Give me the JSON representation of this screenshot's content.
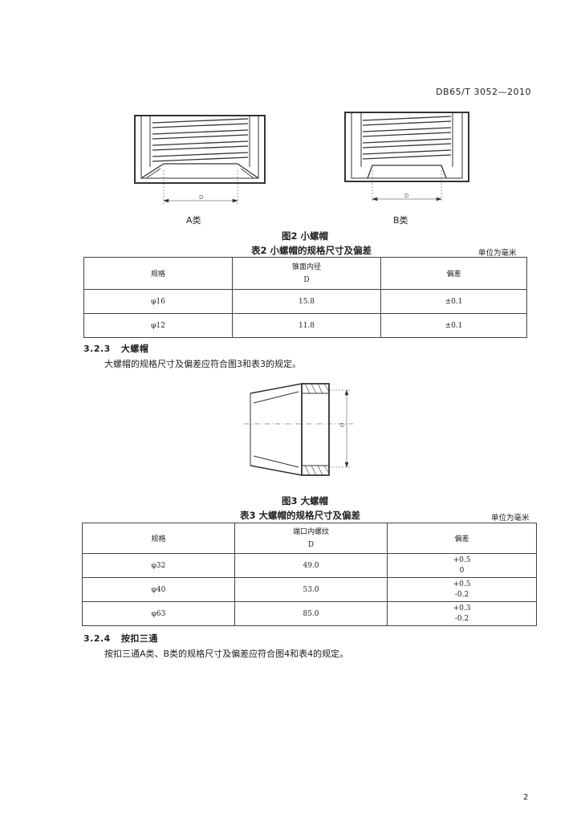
{
  "header": {
    "standard_no": "DB65/T 3052—2010"
  },
  "figure2": {
    "label_a": "A类",
    "label_b": "B类",
    "dim_label": "D",
    "caption": "图2   小螺帽"
  },
  "table2": {
    "caption": "表2   小螺帽的规格尺寸及偏差",
    "unit": "单位为毫米",
    "headers": {
      "spec": "规格",
      "diam_line1": "锥面内径",
      "diam_line2": "D",
      "dev": "偏差"
    },
    "rows": [
      {
        "spec": "φ16",
        "diam": "15.8",
        "dev": "±0.1"
      },
      {
        "spec": "φ12",
        "diam": "11.8",
        "dev": "±0.1"
      }
    ]
  },
  "section_323": {
    "number": "3.2.3",
    "title": "大螺帽",
    "body": "大螺帽的规格尺寸及偏差应符合图3和表3的规定。"
  },
  "figure3": {
    "dim_label": "D",
    "caption": "图3   大螺帽"
  },
  "table3": {
    "caption": "表3   大螺帽的规格尺寸及偏差",
    "unit": "单位为毫米",
    "headers": {
      "spec": "规格",
      "diam_line1": "端口内螺纹",
      "diam_line2": "D",
      "dev": "偏差"
    },
    "rows": [
      {
        "spec": "φ32",
        "diam": "49.0",
        "dev_upper": "+0.5",
        "dev_lower": "0"
      },
      {
        "spec": "φ40",
        "diam": "53.0",
        "dev_upper": "+0.5",
        "dev_lower": "-0.2"
      },
      {
        "spec": "φ63",
        "diam": "85.0",
        "dev_upper": "+0.3",
        "dev_lower": "-0.2"
      }
    ]
  },
  "section_324": {
    "number": "3.2.4",
    "title": "按扣三通",
    "body": "按扣三通A类、B类的规格尺寸及偏差应符合图4和表4的规定。"
  },
  "footer": {
    "page_number": "2"
  }
}
